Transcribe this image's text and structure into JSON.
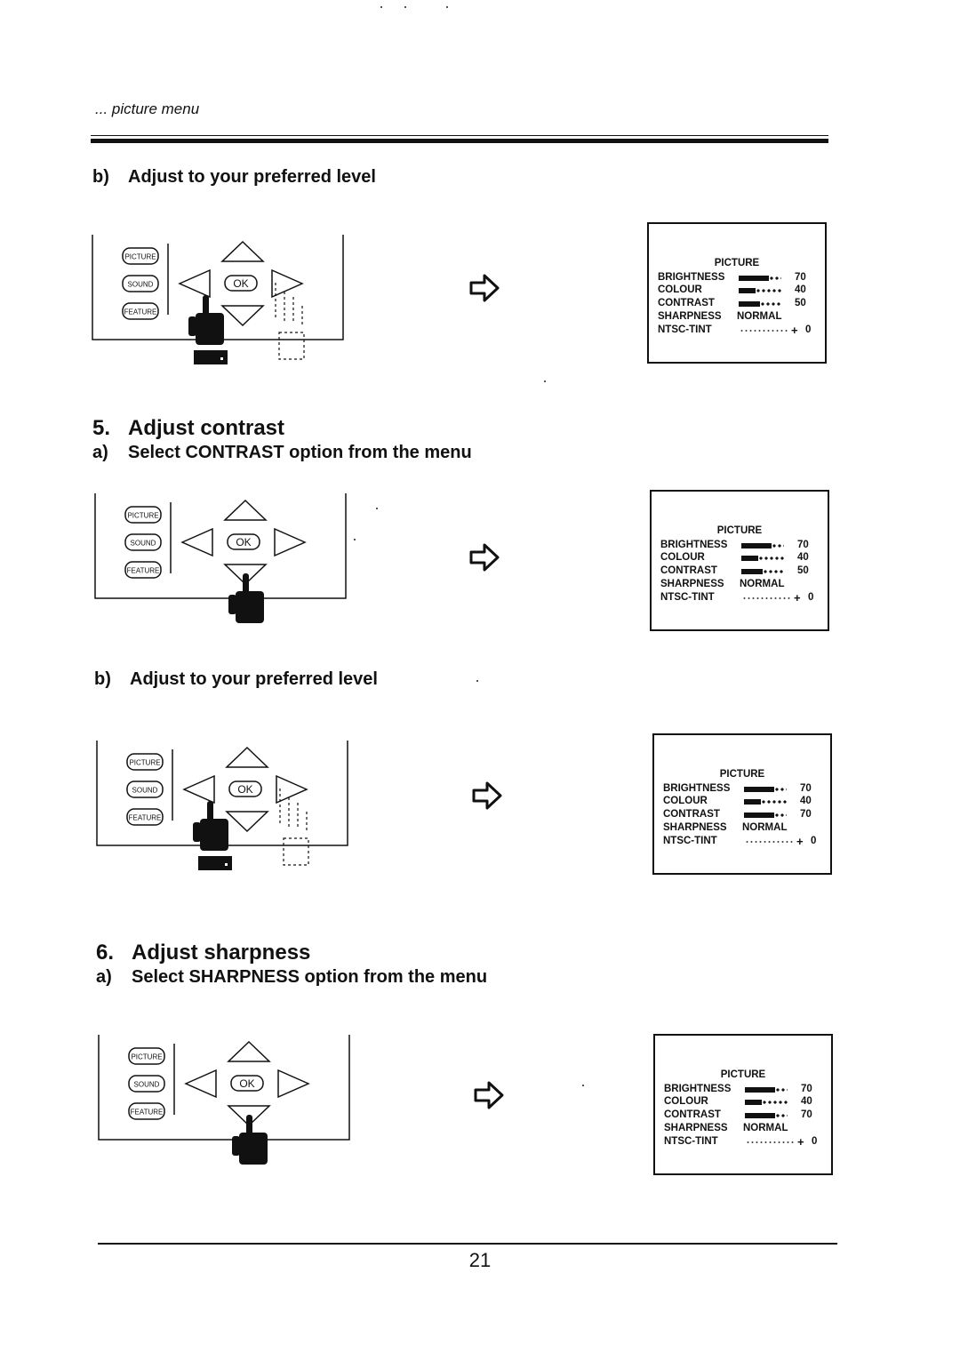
{
  "header": {
    "section": "... picture menu"
  },
  "blocks": [
    {
      "kind": "sub",
      "num": "b)",
      "label": "Adjust to your preferred level"
    },
    {
      "kind": "step",
      "num": "5.",
      "label": "Adjust contrast"
    },
    {
      "kind": "sub",
      "num": "a)",
      "label": "Select CONTRAST option from the menu"
    },
    {
      "kind": "sub",
      "num": "b)",
      "label": "Adjust to your preferred level"
    },
    {
      "kind": "step",
      "num": "6.",
      "label": "Adjust sharpness"
    },
    {
      "kind": "sub",
      "num": "a)",
      "label": "Select SHARPNESS option from the menu"
    }
  ],
  "remote": {
    "picture_label": "PICTURE",
    "sound_label": "SOUND",
    "feature_label": "FEATURE",
    "ok_label": "OK"
  },
  "icons": {
    "next": "hollow-arrow-right-icon",
    "hand": "pointing-hand-icon"
  },
  "screens": [
    {
      "title": "PICTURE",
      "brightness": {
        "label": "BRIGHTNESS",
        "value": "70"
      },
      "colour": {
        "label": "COLOUR",
        "value": "40"
      },
      "contrast": {
        "label": "CONTRAST",
        "value": "50"
      },
      "sharpness": {
        "label": "SHARPNESS",
        "value": "NORMAL"
      },
      "tint": {
        "label": "NTSC-TINT",
        "value": "0"
      }
    },
    {
      "title": "PICTURE",
      "brightness": {
        "label": "BRIGHTNESS",
        "value": "70"
      },
      "colour": {
        "label": "COLOUR",
        "value": "40"
      },
      "contrast": {
        "label": "CONTRAST",
        "value": "50"
      },
      "sharpness": {
        "label": "SHARPNESS",
        "value": "NORMAL"
      },
      "tint": {
        "label": "NTSC-TINT",
        "value": "0"
      }
    },
    {
      "title": "PICTURE",
      "brightness": {
        "label": "BRIGHTNESS",
        "value": "70"
      },
      "colour": {
        "label": "COLOUR",
        "value": "40"
      },
      "contrast": {
        "label": "CONTRAST",
        "value": "70"
      },
      "sharpness": {
        "label": "SHARPNESS",
        "value": "NORMAL"
      },
      "tint": {
        "label": "NTSC-TINT",
        "value": "0"
      }
    },
    {
      "title": "PICTURE",
      "brightness": {
        "label": "BRIGHTNESS",
        "value": "70"
      },
      "colour": {
        "label": "COLOUR",
        "value": "40"
      },
      "contrast": {
        "label": "CONTRAST",
        "value": "70"
      },
      "sharpness": {
        "label": "SHARPNESS",
        "value": "NORMAL"
      },
      "tint": {
        "label": "NTSC-TINT",
        "value": "0"
      }
    }
  ],
  "footer": {
    "page_number": "21"
  }
}
